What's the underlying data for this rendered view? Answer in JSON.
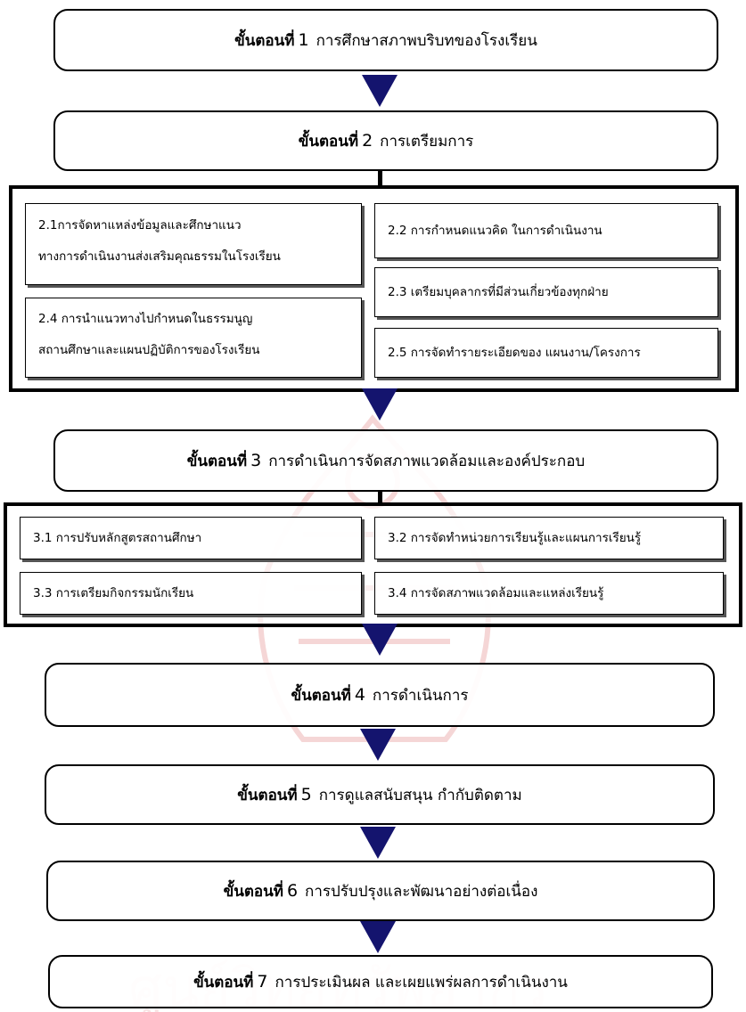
{
  "stage_keyword": "ขั้นตอนที่",
  "stages": [
    {
      "number": "1",
      "label": "การศึกษาสภาพบริบทของโรงเรียน"
    },
    {
      "number": "2",
      "label": "การเตรียมการ"
    },
    {
      "number": "3",
      "label": "การดำเนินการจัดสภาพแวดล้อมและองค์ประกอบ"
    },
    {
      "number": "4",
      "label": "การดำเนินการ"
    },
    {
      "number": "5",
      "label": "การดูแลสนับสนุน  กำกับติดตาม"
    },
    {
      "number": "6",
      "label": "การปรับปรุงและพัฒนาอย่างต่อเนื่อง"
    },
    {
      "number": "7",
      "label": "การประเมินผล และเผยแพร่ผลการดำเนินงาน"
    }
  ],
  "step2_substeps": {
    "s2_1_line1": "2.1การจัดหาแหล่งข้อมูลและศึกษาแนว",
    "s2_1_line2": "ทางการดำเนินงานส่งเสริมคุณธรรมในโรงเรียน",
    "s2_2": "2.2 การกำหนดแนวคิด ในการดำเนินงาน",
    "s2_3": "2.3 เตรียมบุคลากรที่มีส่วนเกี่ยวข้องทุกฝ่าย",
    "s2_4_line1": "2.4 การนำแนวทางไปกำหนดในธรรมนูญ",
    "s2_4_line2": "สถานศึกษาและแผนปฏิบัติการของโรงเรียน",
    "s2_5": "2.5 การจัดทำรายระเอียดของ  แผนงาน/โครงการ"
  },
  "step3_substeps": {
    "s3_1": "3.1 การปรับหลักสูตรสถานศึกษา",
    "s3_2": "3.2 การจัดทำหน่วยการเรียนรู้และแผนการเรียนรู้",
    "s3_3": "3.3 การเตรียมกิจกรรมนักเรียน",
    "s3_4": "3.4 การจัดสภาพแวดล้อมและแหล่งเรียนรู้"
  },
  "colors": {
    "arrow": "#14146e",
    "watermark": "#f3cccc"
  }
}
